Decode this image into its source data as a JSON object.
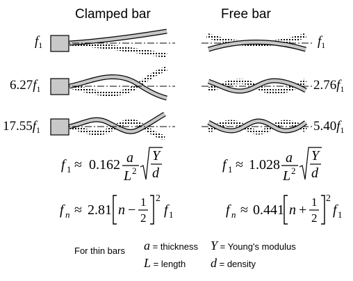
{
  "titles": {
    "clamped": "Clamped bar",
    "free": "Free bar"
  },
  "clamped_labels": [
    {
      "coef": "",
      "sym": "f",
      "sub": "1"
    },
    {
      "coef": "6.27",
      "sym": "f",
      "sub": "1"
    },
    {
      "coef": "17.55",
      "sym": "f",
      "sub": "1"
    }
  ],
  "free_labels": [
    {
      "coef": "",
      "sym": "f",
      "sub": "1"
    },
    {
      "coef": "2.76",
      "sym": "f",
      "sub": "1"
    },
    {
      "coef": "5.40",
      "sym": "f",
      "sub": "1"
    }
  ],
  "formulas": {
    "clamped_f1": {
      "lhs": "f",
      "lhs_sub": "1",
      "approx": "≈",
      "coef": "0.162",
      "num": "a",
      "den": "L",
      "den_exp": "2",
      "rad_num": "Y",
      "rad_den": "d"
    },
    "free_f1": {
      "lhs": "f",
      "lhs_sub": "1",
      "approx": "≈",
      "coef": "1.028",
      "num": "a",
      "den": "L",
      "den_exp": "2",
      "rad_num": "Y",
      "rad_den": "d"
    },
    "clamped_fn": {
      "lhs": "f",
      "lhs_sub": "n",
      "approx": "≈",
      "coef": "2.81",
      "n": "n",
      "op": "−",
      "frac_num": "1",
      "frac_den": "2",
      "exp": "2",
      "tail": "f",
      "tail_sub": "1"
    },
    "free_fn": {
      "lhs": "f",
      "lhs_sub": "n",
      "approx": "≈",
      "coef": "0.441",
      "n": "n",
      "op": "+",
      "frac_num": "1",
      "frac_den": "2",
      "exp": "2",
      "tail": "f",
      "tail_sub": "1"
    }
  },
  "notes": {
    "intro": "For thin bars",
    "a": {
      "sym": "a",
      "text": " = thickness"
    },
    "Y": {
      "sym": "Y",
      "text": " = Young's modulus"
    },
    "L": {
      "sym": "L",
      "text": " = length"
    },
    "d": {
      "sym": "d",
      "text": " = density"
    }
  },
  "colors": {
    "bar_fill": "#c8c8c8",
    "clamp_fill": "#c8c8c8",
    "stroke": "#000000"
  }
}
